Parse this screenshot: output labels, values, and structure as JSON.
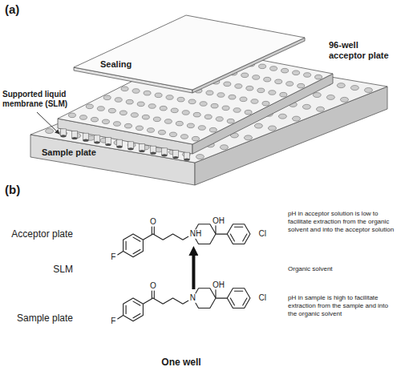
{
  "diagram": {
    "nodes": [
      {
        "text": [
          "One well"
        ]
      },
      {
        "text": [
          "Acceptor plate",
          "pH in acceptor solution is low to facilitate extraction from the organic solvent and into the acceptor solution"
        ],
        "in": 0
      },
      {
        "text": [
          "SLM",
          "Organic solvent"
        ],
        "in": 0
      },
      {
        "text": [
          "Sample plate",
          "pH in sample is high to facilitate extraction from the sample and into the organic solvent"
        ],
        "in": 0
      }
    ],
    "edges": [
      {
        "from": 3,
        "to": 1,
        "arrow": "to"
      }
    ],
    "labels": [
      "(a)",
      "Sealing",
      "96-well acceptor plate",
      "Supported liquid membrane (SLM)",
      "Sample plate",
      "(b)",
      "O",
      "F",
      "NH",
      "OH",
      "Cl",
      "O",
      "F",
      "N",
      "OH",
      "Cl"
    ]
  }
}
